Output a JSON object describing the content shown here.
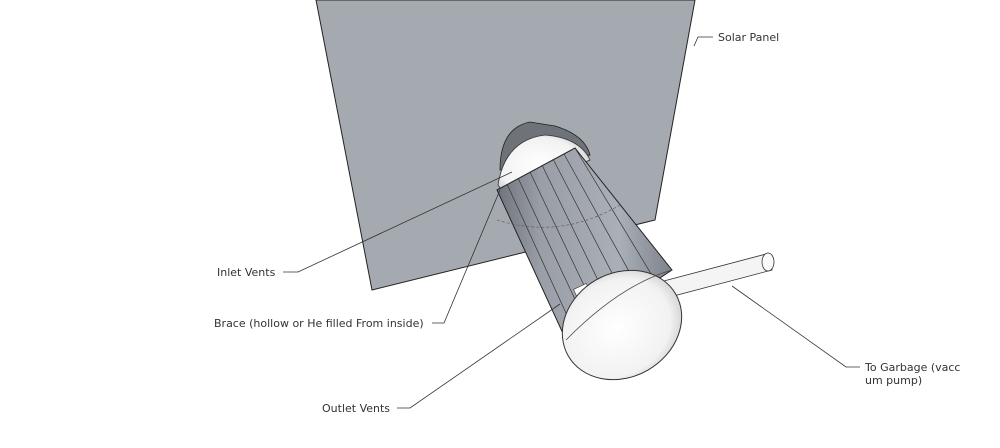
{
  "labels": {
    "solar_panel": "Solar Panel",
    "inlet_vents": "Inlet Vents",
    "brace": "Brace (hollow or He filled From inside)",
    "outlet_vents": "Outlet Vents",
    "to_garbage_line1": "To Garbage (vacc",
    "to_garbage_line2": "um pump)"
  },
  "colors": {
    "panel": "#a5a9b0",
    "background": "#ffffff",
    "leader": "#333333"
  }
}
